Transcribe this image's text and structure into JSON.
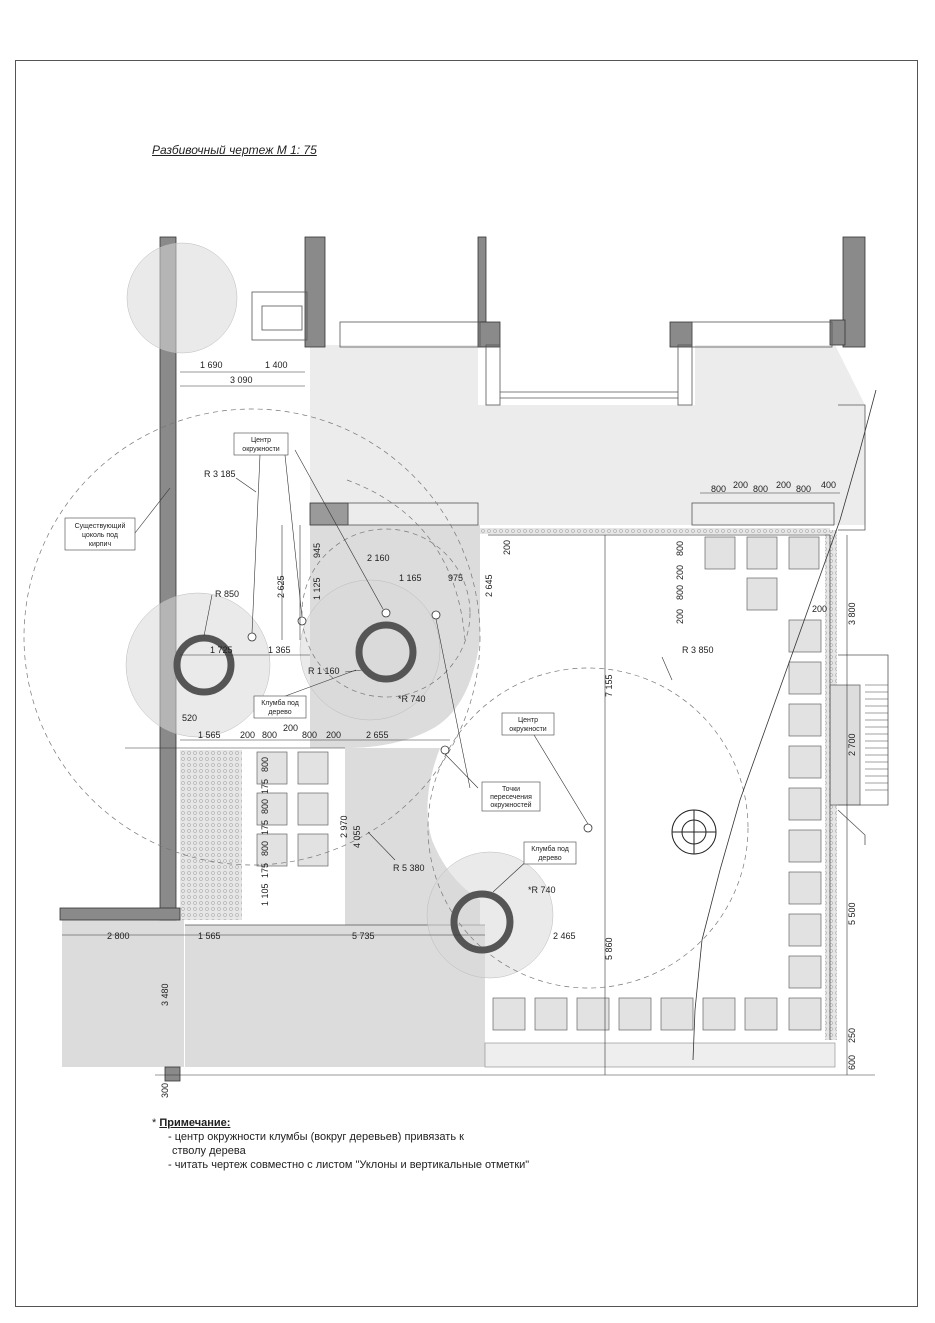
{
  "title": "Разбивочный чертеж   М 1: 75",
  "notes": {
    "heading": "Примечание:",
    "lines": [
      "- центр окружности клумбы (вокруг деревьев) привязать к",
      "  стволу дерева",
      "- читать чертеж совместно с листом \"Уклоны и вертикальные отметки\""
    ]
  },
  "labels": {
    "center1": [
      "Центр",
      "окружности"
    ],
    "center2": [
      "Центр",
      "окружности"
    ],
    "plinth": [
      "Существующий",
      "цоколь под",
      "кирпич"
    ],
    "bed1": [
      "Клумба под",
      "дерево"
    ],
    "bed2": [
      "Клумба под",
      "дерево"
    ],
    "intersect": [
      "Точки",
      "пересечения",
      "окружностей"
    ]
  },
  "radii": {
    "r1": "R 3 185",
    "r2": "R 850",
    "r3": "R 1 160",
    "r4": "*R 740",
    "r5": "R 3 850",
    "r6": "R 5 380",
    "r7": "*R 740"
  },
  "dims": {
    "d1690": "1 690",
    "d1400": "1 400",
    "d3090": "3 090",
    "d800a": "800",
    "d200a": "200",
    "d800b": "800",
    "d200b": "200",
    "d800c": "800",
    "d400": "400",
    "d945": "945",
    "d2160": "2 160",
    "d1165": "1 165",
    "d975": "975",
    "d2625": "2 625",
    "d1125": "1 125",
    "d2645": "2 645",
    "d200c": "200",
    "d1725": "1 725",
    "d1365": "1 365",
    "d800v1": "800",
    "d200v1": "200",
    "d800v2": "800",
    "d200v2": "200",
    "d200s": "200",
    "d3800": "3 800",
    "d520": "520",
    "d7155": "7 155",
    "d1565a": "1 565",
    "d200d": "200",
    "d800d": "800",
    "d200e": "200",
    "d800e": "800",
    "d200f": "200",
    "d2655": "2 655",
    "d800v3": "800",
    "d175a": "175",
    "d800v4": "800",
    "d175b": "175",
    "d800v5": "800",
    "d175c": "175",
    "d2970": "2 970",
    "d4055": "4 055",
    "d1105": "1 105",
    "d2700": "2 700",
    "d2800": "2 800",
    "d1565b": "1 565",
    "d5735": "5 735",
    "d2465": "2 465",
    "d3480": "3 480",
    "d5860": "5 860",
    "d5500": "5 500",
    "d300": "300",
    "d600": "600",
    "d250": "250"
  }
}
